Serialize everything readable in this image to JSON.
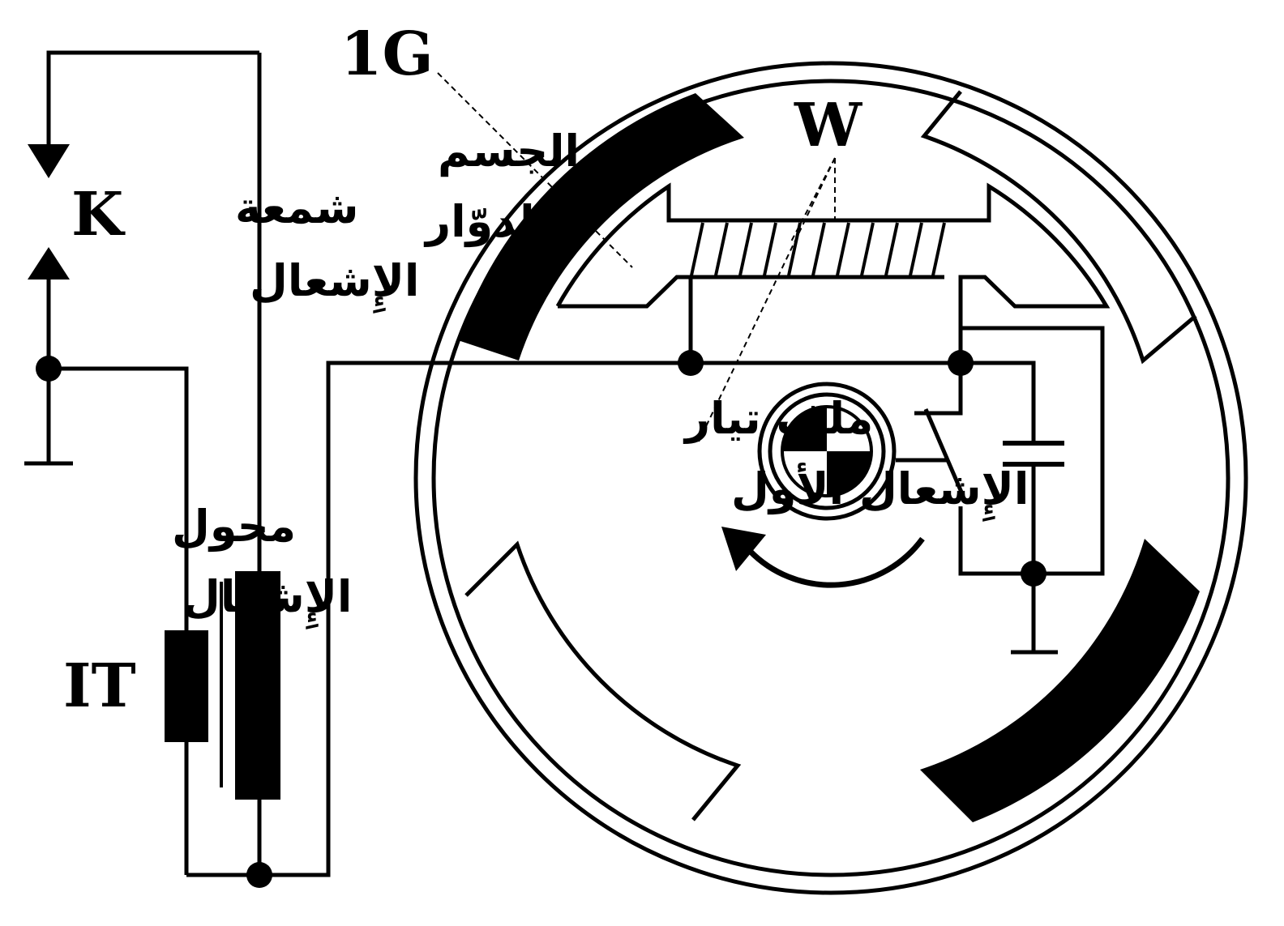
{
  "labels": {
    "spark_plug_symbol": "K",
    "spark_plug_line1": "شمعة",
    "spark_plug_line2": "الإِشعال",
    "transformer_line1": "محول",
    "transformer_line2": "الإِشعال",
    "transformer_symbol": "IT",
    "generator_symbol": "1G",
    "rotor_line1": "الجسم",
    "rotor_line2": "الدوّار",
    "coil_symbol": "W",
    "coil_line1": "ملف تيار",
    "coil_line2": "الإِشعال الأول"
  },
  "colors": {
    "ink": "#000000",
    "paper": "#ffffff"
  }
}
